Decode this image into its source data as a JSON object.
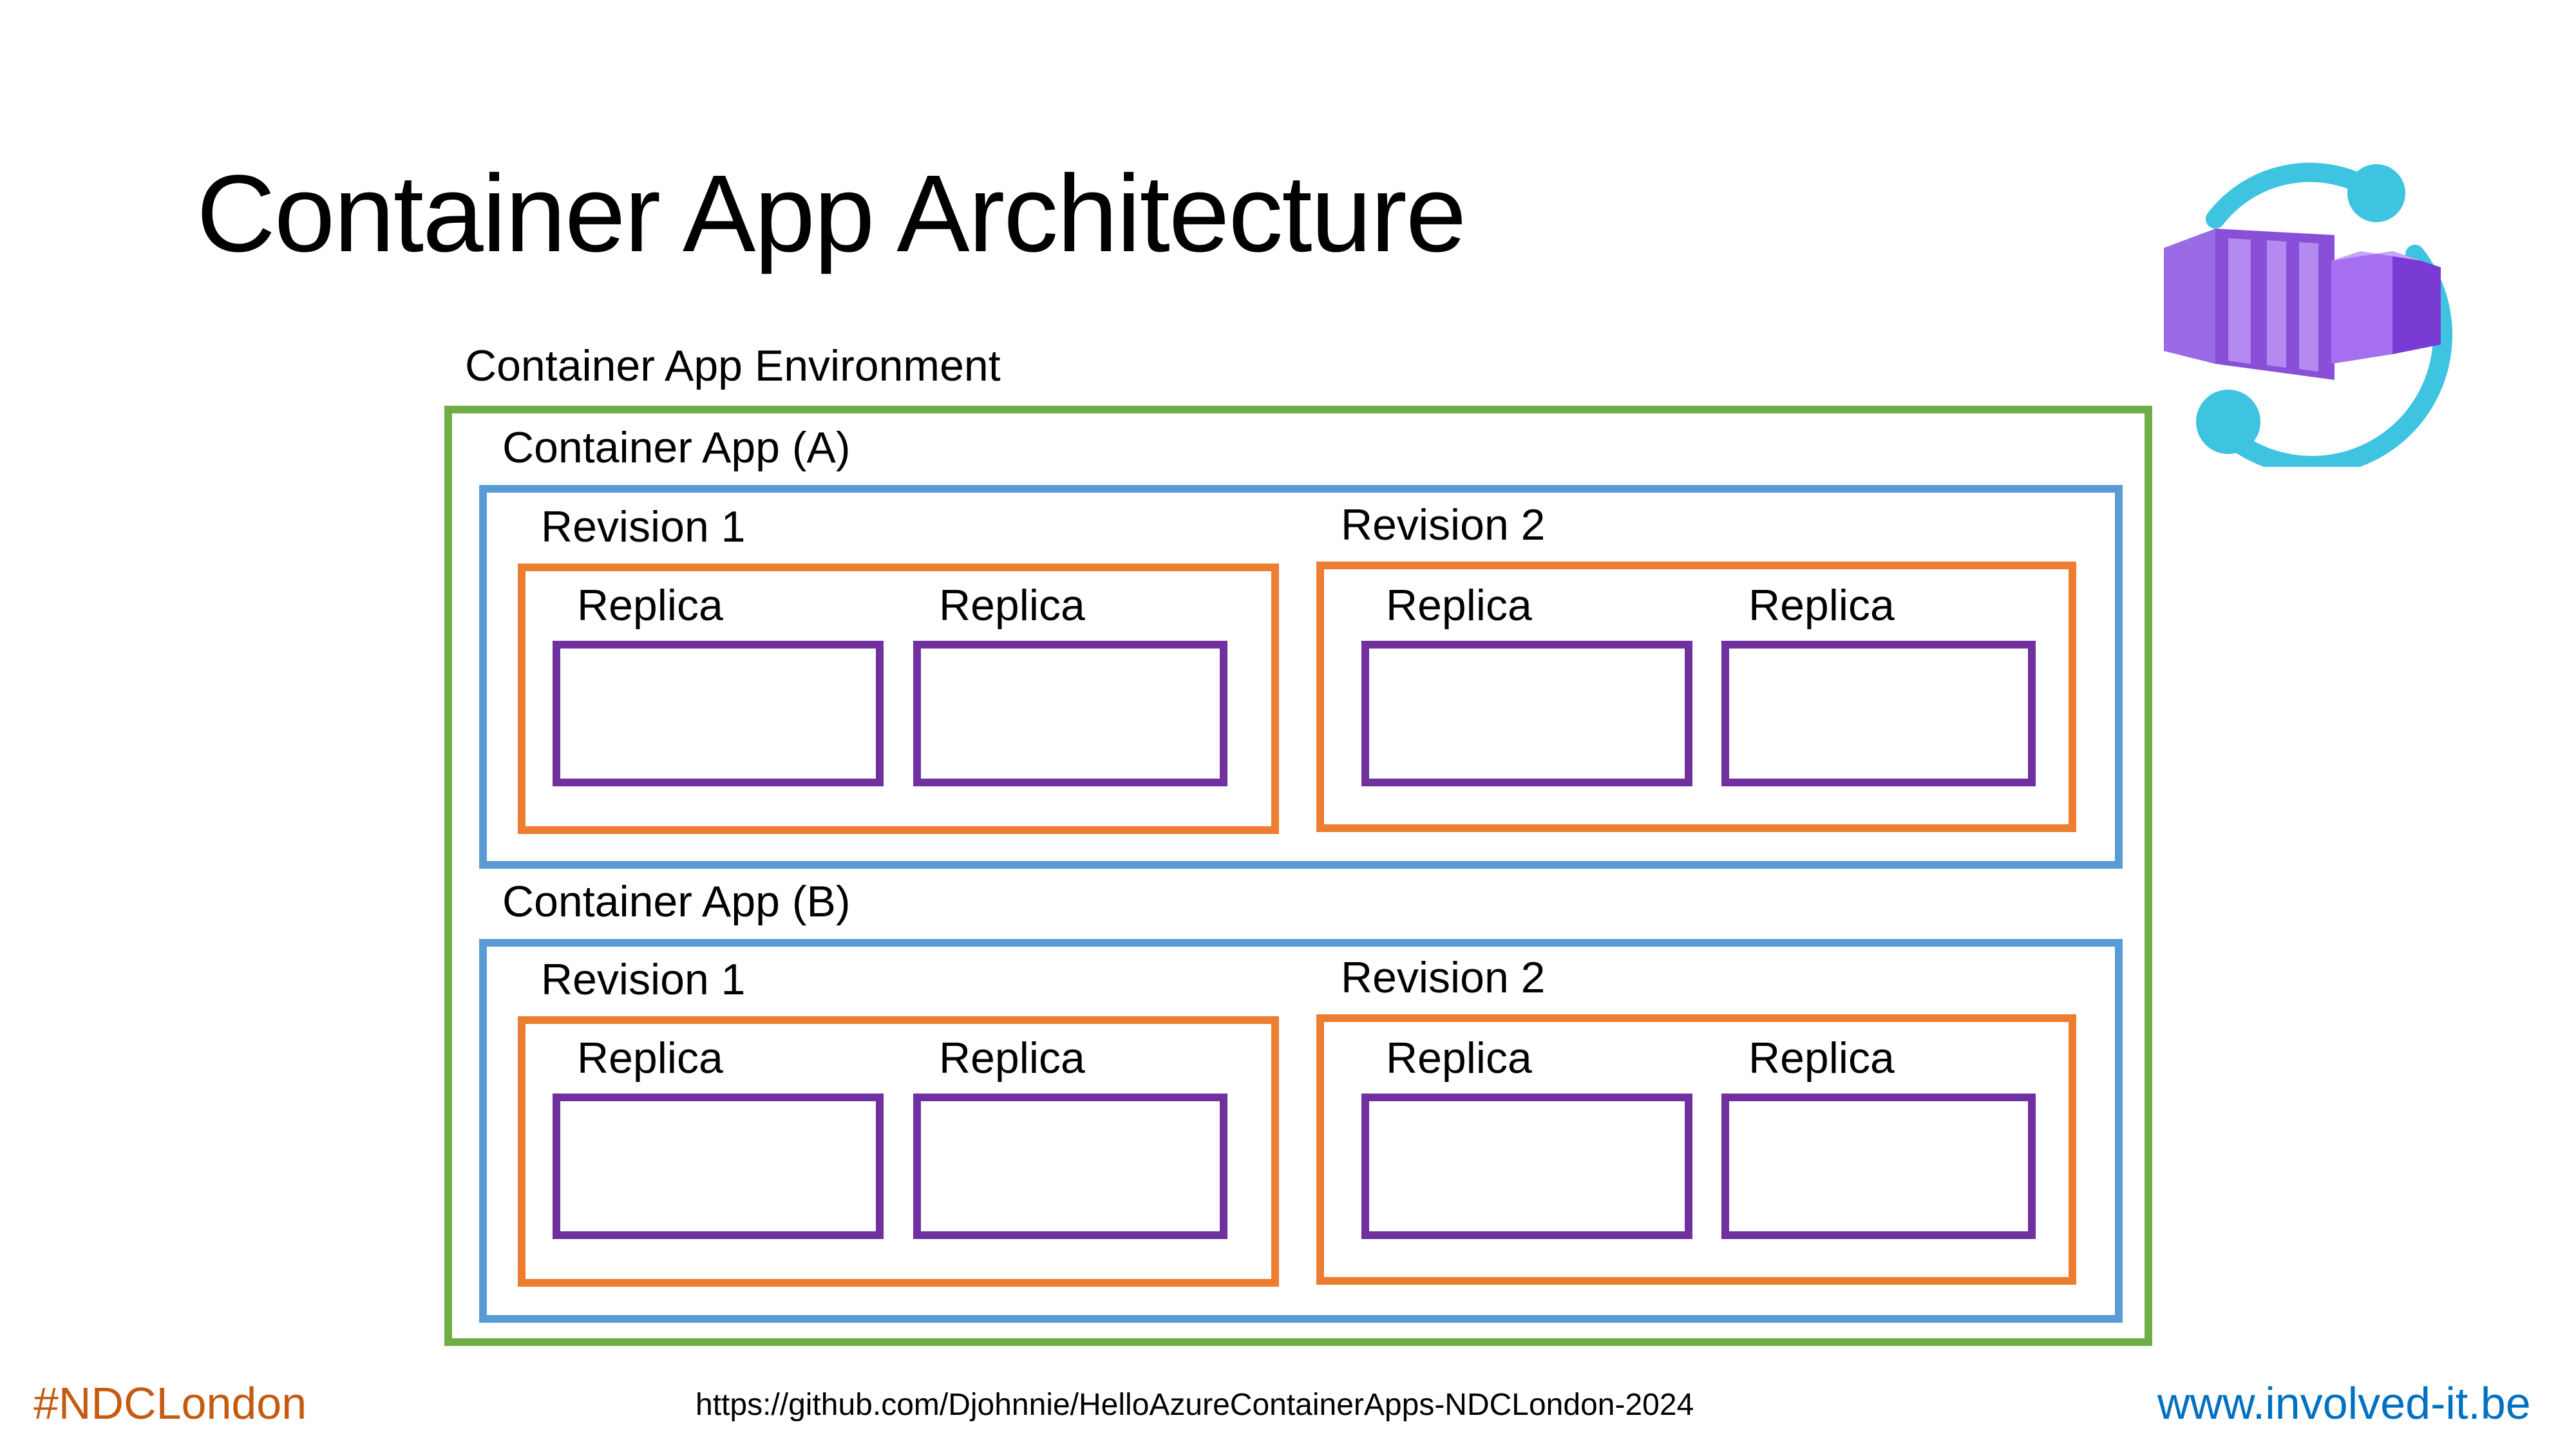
{
  "slide": {
    "title": "Container App Architecture"
  },
  "environment": {
    "label": "Container App Environment",
    "apps": [
      {
        "label": "Container App (A)",
        "revisions": [
          {
            "label": "Revision 1",
            "replicas": [
              "Replica",
              "Replica"
            ]
          },
          {
            "label": "Revision 2",
            "replicas": [
              "Replica",
              "Replica"
            ]
          }
        ]
      },
      {
        "label": "Container App (B)",
        "revisions": [
          {
            "label": "Revision 1",
            "replicas": [
              "Replica",
              "Replica"
            ]
          },
          {
            "label": "Revision 2",
            "replicas": [
              "Replica",
              "Replica"
            ]
          }
        ]
      }
    ]
  },
  "footer": {
    "hashtag": "#NDCLondon",
    "url": "https://github.com/Djohnnie/HelloAzureContainerApps-NDCLondon-2024",
    "website": "www.involved-it.be"
  },
  "colors": {
    "environment_border": "#70ad47",
    "app_border": "#5b9bd5",
    "revision_border": "#ed7d31",
    "replica_border": "#7030a0",
    "hashtag": "#c55a11",
    "website": "#0070c0"
  },
  "logo": {
    "icon": "azure-container-apps-icon"
  }
}
